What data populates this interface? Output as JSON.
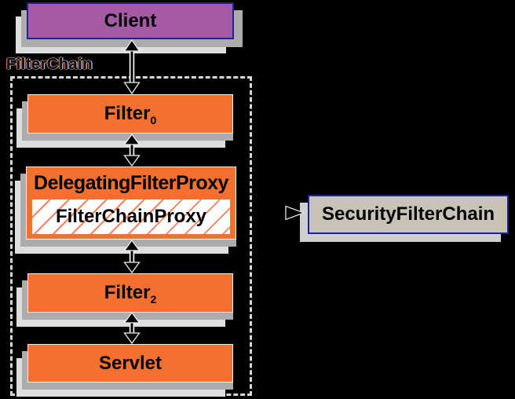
{
  "colors": {
    "background": "#000000",
    "orange": "#F3702E",
    "purple": "#A55AA5",
    "navy": "#22228C",
    "tan": "#C7C3B7",
    "hatch": "#F2855A",
    "shadow-mid": "#ACACAC",
    "shadow-light": "#DEDEDE",
    "shadow-single": "#CFCFCF",
    "dash": "#D6D6D6",
    "text": "#000000"
  },
  "diagram": {
    "client": {
      "label": "Client"
    },
    "filter_chain": {
      "label": "FilterChain"
    },
    "filter0": {
      "base": "Filter",
      "subscript": "0"
    },
    "delegating_filter_proxy": {
      "label": "DelegatingFilterProxy"
    },
    "filter_chain_proxy": {
      "label": "FilterChainProxy"
    },
    "filter2": {
      "base": "Filter",
      "subscript": "2"
    },
    "servlet": {
      "label": "Servlet"
    },
    "security_filter_chain": {
      "label": "SecurityFilterChain"
    }
  }
}
